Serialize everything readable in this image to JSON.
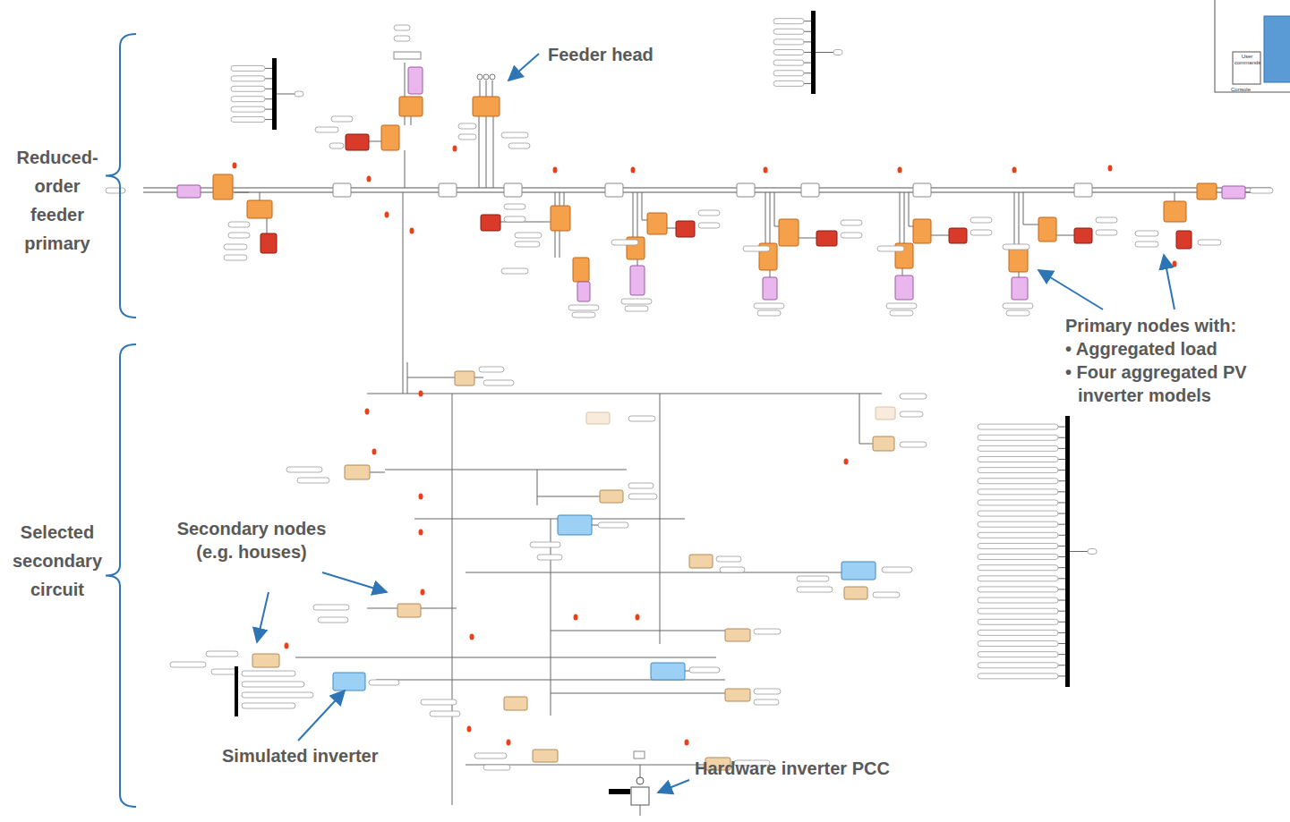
{
  "diagram": {
    "labels": [
      "Feeder head",
      "Reduced-order feeder primary",
      "Primary nodes with:",
      "• Aggregated load",
      "• Four aggregated PV inverter models",
      "Selected secondary circuit",
      "Secondary nodes (e.g. houses)",
      "Simulated inverter",
      "Hardware inverter PCC",
      "User commands",
      "Console"
    ]
  }
}
